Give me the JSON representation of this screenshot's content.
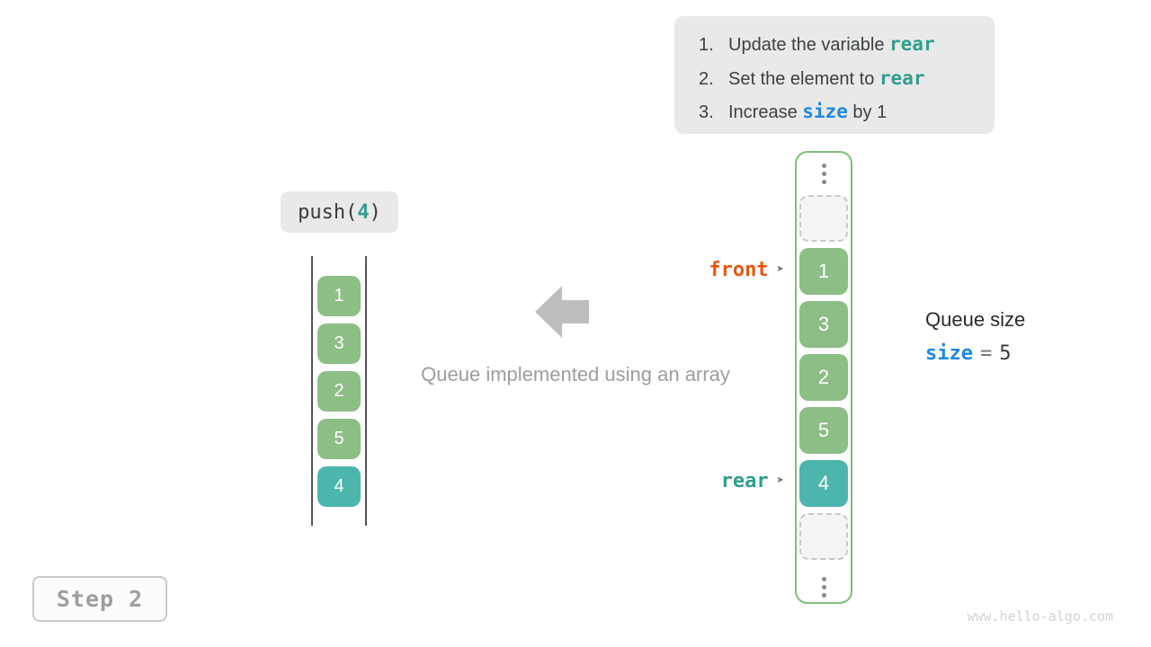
{
  "instructions": {
    "items": [
      {
        "num": "1.",
        "pre": "Update the variable ",
        "code": "rear",
        "post": "",
        "code_color": "#2f9e8f"
      },
      {
        "num": "2.",
        "pre": "Set the element to ",
        "code": "rear",
        "post": "",
        "code_color": "#2f9e8f"
      },
      {
        "num": "3.",
        "pre": "Increase ",
        "code": "size",
        "post": " by 1",
        "code_color": "#1e88e5"
      }
    ]
  },
  "push_label": {
    "prefix": "push(",
    "arg": "4",
    "suffix": ")"
  },
  "stack": {
    "values": [
      "1",
      "3",
      "2",
      "5",
      "4"
    ],
    "highlighted_value": "4"
  },
  "caption": "Queue implemented using an array",
  "array": {
    "values": [
      "1",
      "3",
      "2",
      "5",
      "4"
    ],
    "highlighted_value": "4"
  },
  "pointers": {
    "front_label": "front",
    "rear_label": "rear",
    "arrow_glyph": "➤",
    "front_color": "#ea560d",
    "rear_color": "#2f9e8f"
  },
  "queue_size": {
    "title": "Queue size",
    "variable": "size",
    "equals": "=",
    "value": "5"
  },
  "step": {
    "label": "Step 2"
  },
  "watermark": "www.hello-algo.com",
  "colors": {
    "cell_green": "#8cbe86",
    "cell_teal": "#4db6ac",
    "array_border_green": "#7dbe79",
    "instruction_bg": "#e9e9e9",
    "code_teal": "#2f9e8f",
    "code_blue": "#1e88e5",
    "front_orange": "#ea560d",
    "caption_gray": "#9e9e9e",
    "arrow_gray": "#bdbdbd"
  }
}
